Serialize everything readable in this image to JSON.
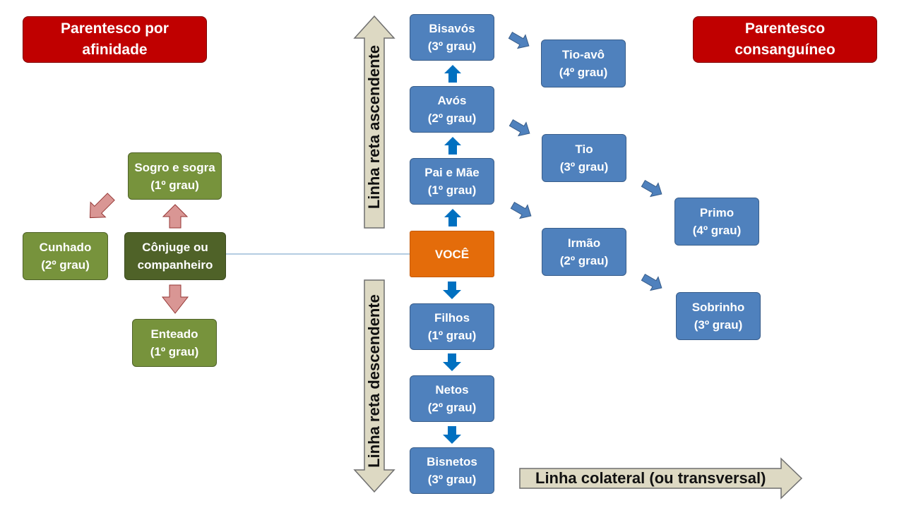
{
  "headers": {
    "affinity": "Parentesco por\nafinidade",
    "consanguine": "Parentesco\nconsanguíneo"
  },
  "direct_line": {
    "great_grandparents": "Bisavós\n(3º grau)",
    "grandparents": "Avós\n(2º grau)",
    "parents": "Pai e Mãe\n(1º grau)",
    "you": "VOCÊ",
    "children": "Filhos\n(1º grau)",
    "grandchildren": "Netos\n(2º grau)",
    "great_grandchildren": "Bisnetos\n(3º grau)"
  },
  "collateral": {
    "great_uncle": "Tio-avô\n(4º grau)",
    "uncle": "Tio\n(3º grau)",
    "cousin": "Primo\n(4º grau)",
    "sibling": "Irmão\n(2º grau)",
    "nephew": "Sobrinho\n(3º grau)"
  },
  "affinity": {
    "in_laws": "Sogro e sogra\n(1º grau)",
    "brother_in_law": "Cunhado\n(2º grau)",
    "spouse": "Cônjuge ou\ncompanheiro",
    "stepchild": "Enteado\n(1º grau)"
  },
  "labels": {
    "ascending": "Linha reta ascendente",
    "descending": "Linha reta descendente",
    "collateral": "Linha colateral (ou transversal)"
  },
  "colors": {
    "blue_box": "#4f81bd",
    "green_box": "#77933c",
    "spouse_box": "#4f6228",
    "you_box": "#e46c0a",
    "header_red": "#c00000",
    "blue_arrow": "#0070c0",
    "pink_arrow": "#d99694",
    "beige_arrow": "#ddd9c3"
  }
}
